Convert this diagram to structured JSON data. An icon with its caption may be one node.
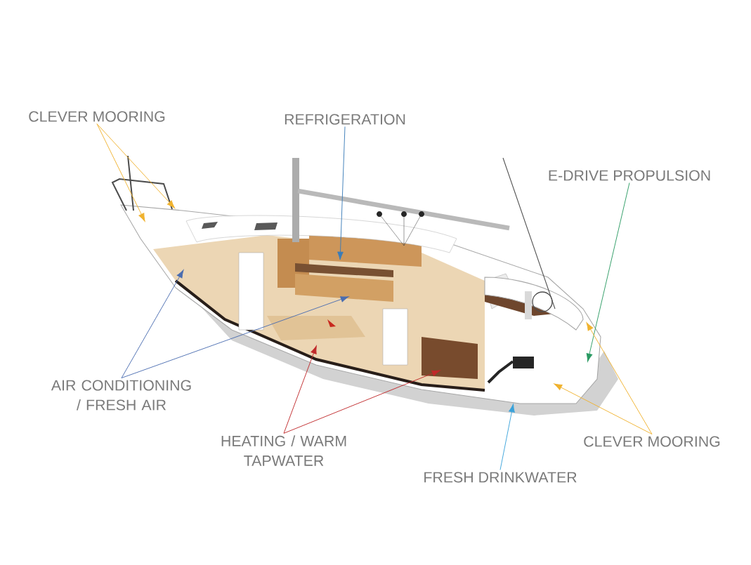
{
  "diagram": {
    "nodes": [
      {
        "text": [
          "CLEVER MOORING"
        ]
      },
      {
        "text": [
          "REFRIGERATION"
        ]
      },
      {
        "text": [
          "E-DRIVE PROPULSION"
        ]
      },
      {
        "text": [
          "AIR CONDITIONING / FRESH AIR"
        ]
      },
      {
        "text": [
          "HEATING / WARM TAPWATER"
        ]
      },
      {
        "text": [
          "FRESH DRINKWATER"
        ]
      },
      {
        "text": [
          "CLEVER MOORING"
        ]
      }
    ],
    "edges": [
      {
        "from": 0,
        "to": null,
        "arrow": "to",
        "color": "#f0b22e"
      },
      {
        "from": 0,
        "to": null,
        "arrow": "to",
        "color": "#f0b22e"
      },
      {
        "from": 1,
        "to": null,
        "arrow": "to",
        "color": "#3a7cb8"
      },
      {
        "from": 2,
        "to": null,
        "arrow": "to",
        "color": "#2a9a62"
      },
      {
        "from": 3,
        "to": null,
        "arrow": "to",
        "color": "#4a6db0"
      },
      {
        "from": 3,
        "to": null,
        "arrow": "to",
        "color": "#4a6db0"
      },
      {
        "from": 4,
        "to": null,
        "arrow": "to",
        "color": "#c0282a"
      },
      {
        "from": 4,
        "to": null,
        "arrow": "to",
        "color": "#c0282a"
      },
      {
        "from": 5,
        "to": null,
        "arrow": "to",
        "color": "#3aa2da"
      },
      {
        "from": 6,
        "to": null,
        "arrow": "to",
        "color": "#f0b22e"
      },
      {
        "from": 6,
        "to": null,
        "arrow": "to",
        "color": "#f0b22e"
      }
    ]
  }
}
